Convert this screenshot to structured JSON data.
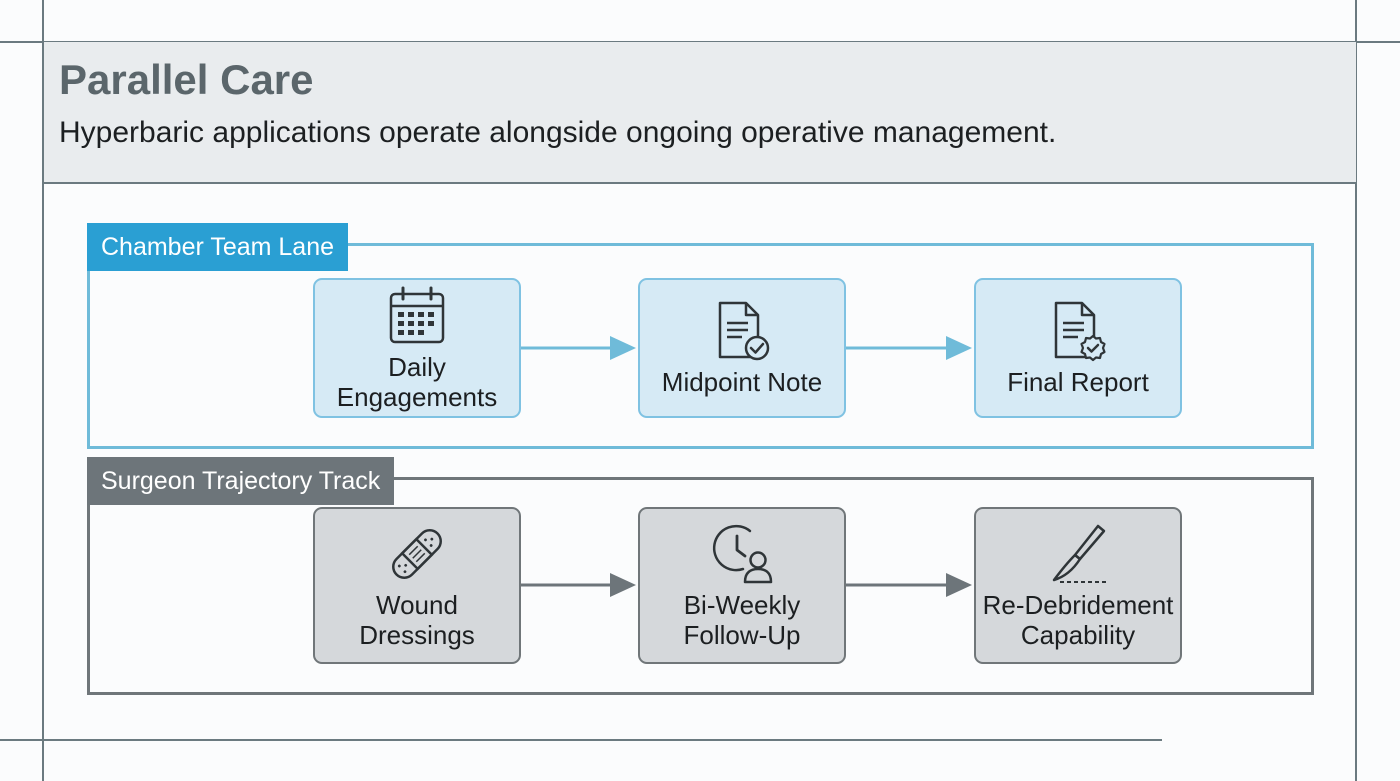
{
  "header": {
    "title": "Parallel Care",
    "subtitle": "Hyperbaric applications operate alongside ongoing operative management."
  },
  "lanes": [
    {
      "label": "Chamber Team Lane",
      "color": "#2a9fd3",
      "steps": [
        {
          "label_lines": [
            "Daily",
            "Engagements"
          ],
          "icon": "calendar-icon"
        },
        {
          "label_lines": [
            "Midpoint Note"
          ],
          "icon": "document-check-icon"
        },
        {
          "label_lines": [
            "Final Report"
          ],
          "icon": "document-badge-icon"
        }
      ]
    },
    {
      "label": "Surgeon Trajectory Track",
      "color": "#6d757a",
      "steps": [
        {
          "label_lines": [
            "Wound",
            "Dressings"
          ],
          "icon": "bandage-icon"
        },
        {
          "label_lines": [
            "Bi-Weekly",
            "Follow-Up"
          ],
          "icon": "clock-user-icon"
        },
        {
          "label_lines": [
            "Re-Debridement",
            "Capability"
          ],
          "icon": "scalpel-icon"
        }
      ]
    }
  ],
  "colors": {
    "chamber_accent": "#2a9fd3",
    "chamber_fill": "#d6eaf5",
    "surgeon_accent": "#6d757a",
    "surgeon_fill": "#d5d8db"
  }
}
